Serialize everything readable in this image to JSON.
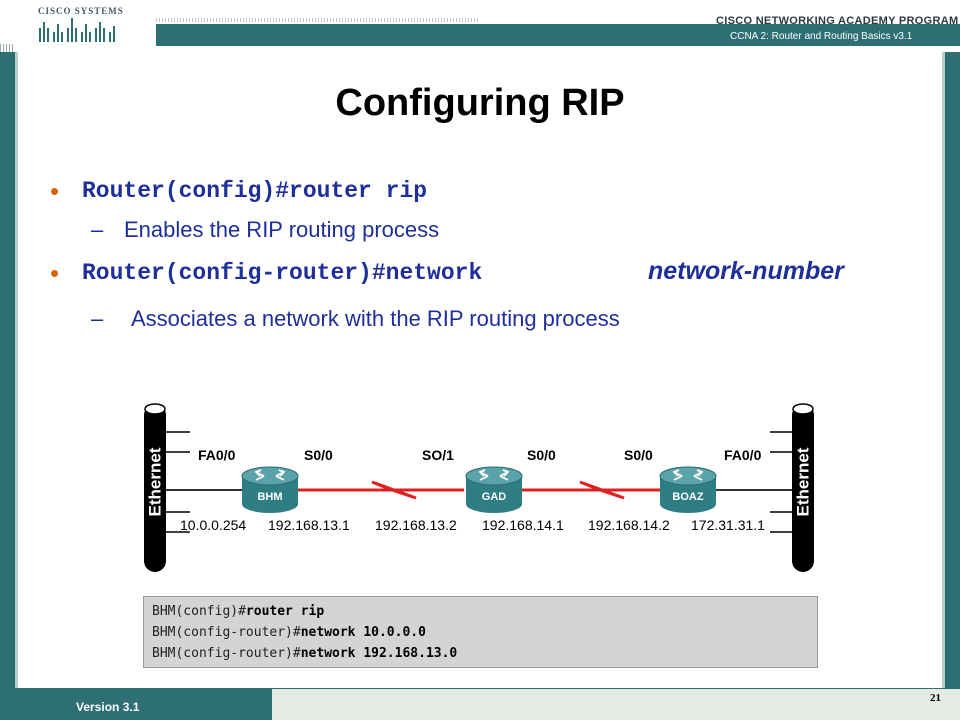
{
  "header": {
    "logo_text": "Cisco Systems",
    "academy_title": "CISCO NETWORKING ACADEMY PROGRAM",
    "course": "CCNA 2: Router and Routing Basics v3.1"
  },
  "slide": {
    "title": "Configuring RIP",
    "bullets": [
      {
        "command": "Router(config)#router rip",
        "description": "Enables the RIP routing process"
      },
      {
        "command": "Router(config-router)#network",
        "argument": "network-number",
        "description": "Associates a network with the RIP routing process"
      }
    ],
    "bullet_glyph": "•",
    "dash_glyph": "–"
  },
  "diagram": {
    "ethernet_label": "Ethernet",
    "routers": [
      {
        "name": "BHM"
      },
      {
        "name": "GAD"
      },
      {
        "name": "BOAZ"
      }
    ],
    "interfaces": [
      "FA0/0",
      "S0/0",
      "SO/1",
      "S0/0",
      "S0/0",
      "FA0/0"
    ],
    "addresses": [
      "10.0.0.254",
      "192.168.13.1",
      "192.168.13.2",
      "192.168.14.1",
      "192.168.14.2",
      "172.31.31.1"
    ]
  },
  "code": {
    "lines": [
      {
        "prompt": "BHM(config)#",
        "cmd": "router rip"
      },
      {
        "prompt": "BHM(config-router)#",
        "cmd": "network 10.0.0.0"
      },
      {
        "prompt": "BHM(config-router)#",
        "cmd": "network 192.168.13.0"
      }
    ]
  },
  "footer": {
    "version": "Version 3.1",
    "page_number": "21"
  },
  "colors": {
    "teal": "#2e6f73",
    "bullet_orange": "#d9640b",
    "text_blue": "#1f2f99",
    "serial_link_red": "#e02020",
    "router_teal": "#3f8a8f"
  }
}
